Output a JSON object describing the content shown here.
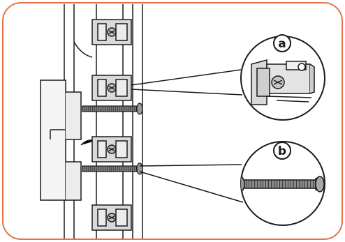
{
  "diagram": {
    "callouts": [
      {
        "letter": "a",
        "subject": "cage-nut"
      },
      {
        "letter": "b",
        "subject": "mounting-screw"
      }
    ],
    "colors": {
      "frame_border": "#e8734a",
      "line": "#1a1a1a",
      "part_fill": "#d9d9d9",
      "part_fill_light": "#ececec",
      "screw_fill": "#9a9a9a",
      "background": "#ffffff"
    },
    "icons": [
      "cage-nut-icon",
      "mounting-screw-icon"
    ]
  }
}
